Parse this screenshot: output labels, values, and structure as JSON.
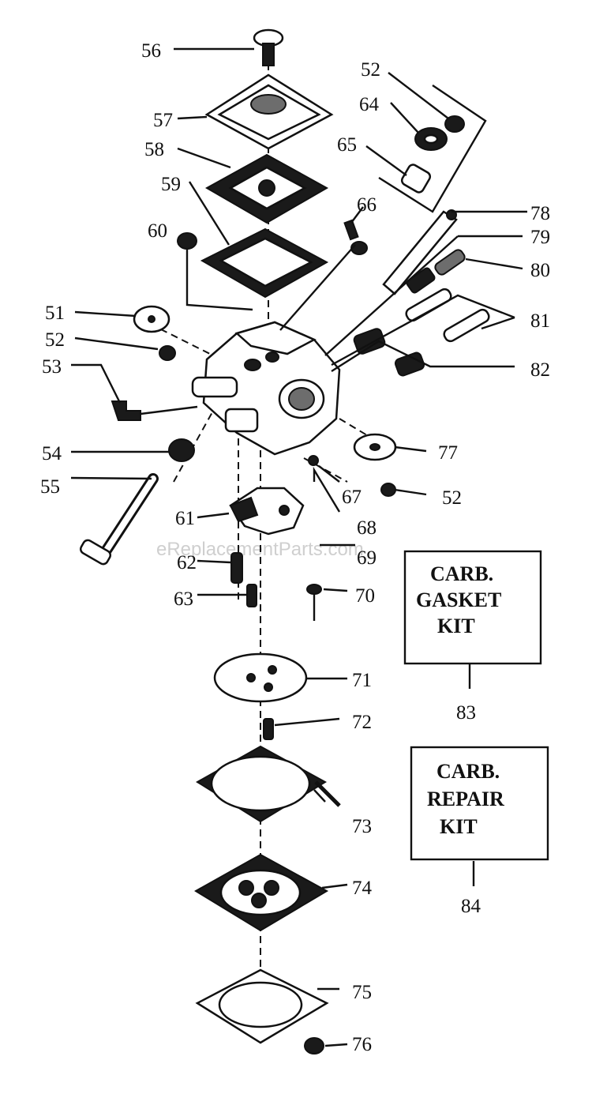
{
  "watermark": "eReplacementParts.com",
  "callouts": {
    "c56": "56",
    "c57": "57",
    "c58": "58",
    "c59": "59",
    "c60": "60",
    "c52a": "52",
    "c64": "64",
    "c65": "65",
    "c66": "66",
    "c78": "78",
    "c79": "79",
    "c80": "80",
    "c81": "81",
    "c82": "82",
    "c51": "51",
    "c52b": "52",
    "c53": "53",
    "c54": "54",
    "c55": "55",
    "c77": "77",
    "c67": "67",
    "c52c": "52",
    "c68": "68",
    "c69": "69",
    "c61": "61",
    "c62": "62",
    "c63": "63",
    "c70": "70",
    "c71": "71",
    "c72": "72",
    "c73": "73",
    "c74": "74",
    "c75": "75",
    "c76": "76",
    "c83": "83",
    "c84": "84"
  },
  "kits": {
    "gasket": {
      "line1": "CARB.",
      "line2": "GASKET",
      "line3": "KIT"
    },
    "repair": {
      "line1": "CARB.",
      "line2": "REPAIR",
      "line3": "KIT"
    }
  }
}
